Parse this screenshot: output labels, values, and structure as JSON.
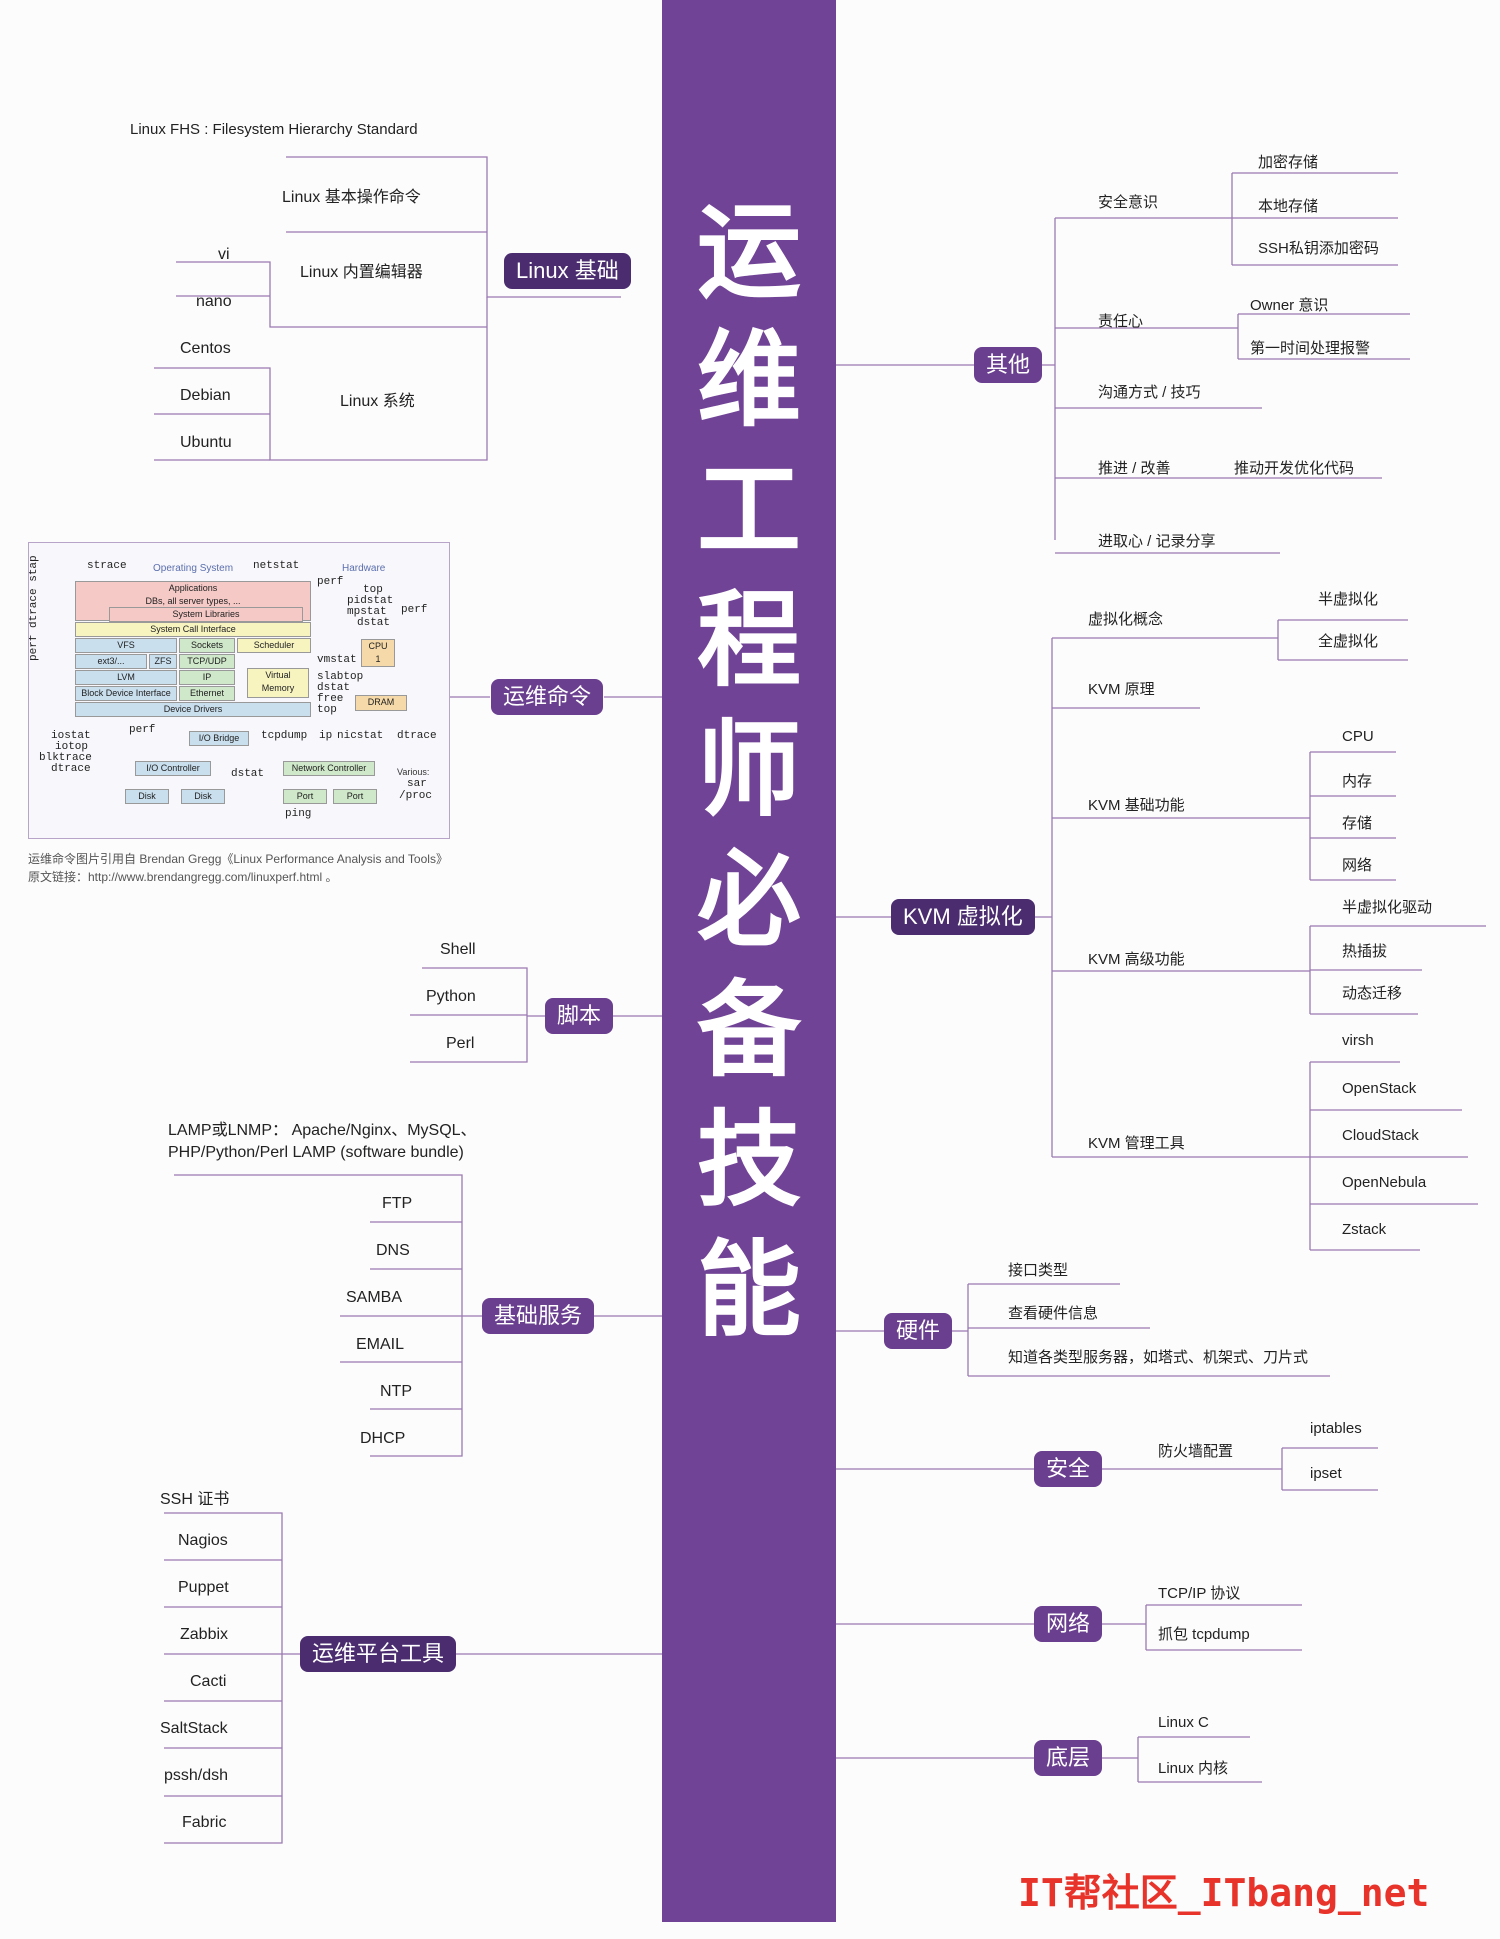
{
  "title": "运维工程师必备技能",
  "title_chars": [
    "运",
    "维",
    "工",
    "程",
    "师",
    "必",
    "备",
    "技",
    "能"
  ],
  "colors": {
    "spine": "#714396",
    "node": "#6a3f8f",
    "node_dark": "#4a2c6f",
    "line": "#9a7ab3",
    "watermark": "#e8332a"
  },
  "left": {
    "linux_basics": {
      "label": "Linux 基础",
      "fhs": "Linux FHS : Filesystem Hierarchy Standard",
      "commands": "Linux 基本操作命令",
      "editors": {
        "label": "Linux 内置编辑器",
        "items": [
          "vi",
          "nano"
        ]
      },
      "systems": {
        "label": "Linux 系统",
        "items": [
          "Centos",
          "Debian",
          "Ubuntu"
        ]
      }
    },
    "ops_commands": {
      "label": "运维命令",
      "caption1": "运维命令图片引用自 Brendan Gregg《Linux Performance Analysis and Tools》",
      "caption2": "原文链接：http://www.brendangregg.com/linuxperf.html 。",
      "figure": {
        "os_label": "Operating System",
        "hw_label": "Hardware",
        "layers": [
          "Applications",
          "DBs, all server types, ...",
          "System Libraries",
          "System Call Interface",
          "VFS",
          "Sockets",
          "Scheduler",
          "ext3/...",
          "ZFS",
          "TCP/UDP",
          "LVM",
          "IP",
          "Virtual",
          "Memory",
          "Block Device Interface",
          "Ethernet",
          "Device Drivers",
          "CPU",
          "1",
          "DRAM",
          "I/O Bridge",
          "I/O Controller",
          "Network Controller",
          "Disk",
          "Disk",
          "Port",
          "Port",
          "Various:"
        ],
        "tools": [
          "strace",
          "netstat",
          "perf",
          "top",
          "pidstat",
          "mpstat",
          "dstat",
          "perf",
          "vmstat",
          "slabtop",
          "dstat",
          "free",
          "top",
          "perf dtrace stap",
          "perf",
          "iostat",
          "iotop",
          "blktrace",
          "dtrace",
          "tcpdump",
          "ip",
          "nicstat",
          "dtrace",
          "dstat",
          "ping",
          "sar",
          "/proc"
        ]
      }
    },
    "scripts": {
      "label": "脚本",
      "items": [
        "Shell",
        "Python",
        "Perl"
      ]
    },
    "basic_services": {
      "label": "基础服务",
      "lamp1": "LAMP或LNMP： Apache/Nginx、MySQL、",
      "lamp2": "PHP/Python/Perl LAMP (software bundle)",
      "items": [
        "FTP",
        "DNS",
        "SAMBA",
        "EMAIL",
        "NTP",
        "DHCP"
      ]
    },
    "platform_tools": {
      "label": "运维平台工具",
      "items": [
        "SSH 证书",
        "Nagios",
        "Puppet",
        "Zabbix",
        "Cacti",
        "SaltStack",
        "pssh/dsh",
        "Fabric"
      ]
    }
  },
  "right": {
    "other": {
      "label": "其他",
      "security_awareness": {
        "label": "安全意识",
        "items": [
          "加密存储",
          "本地存储",
          "SSH私钥添加密码"
        ]
      },
      "responsibility": {
        "label": "责任心",
        "items": [
          "Owner 意识",
          "第一时间处理报警"
        ]
      },
      "communication": "沟通方式 / 技巧",
      "improve": {
        "label": "推进 / 改善",
        "item": "推动开发优化代码"
      },
      "motivation": "进取心 / 记录分享"
    },
    "kvm": {
      "label": "KVM 虚拟化",
      "concept": {
        "label": "虚拟化概念",
        "items": [
          "半虚拟化",
          "全虚拟化"
        ]
      },
      "principle": "KVM 原理",
      "basic": {
        "label": "KVM 基础功能",
        "items": [
          "CPU",
          "内存",
          "存储",
          "网络"
        ]
      },
      "advanced": {
        "label": "KVM 高级功能",
        "items": [
          "半虚拟化驱动",
          "热插拔",
          "动态迁移"
        ]
      },
      "mgmt": {
        "label": "KVM 管理工具",
        "items": [
          "virsh",
          "OpenStack",
          "CloudStack",
          "OpenNebula",
          "Zstack"
        ]
      }
    },
    "hardware": {
      "label": "硬件",
      "items": [
        "接口类型",
        "查看硬件信息",
        "知道各类型服务器，如塔式、机架式、刀片式"
      ]
    },
    "security": {
      "label": "安全",
      "firewall": "防火墙配置",
      "items": [
        "iptables",
        "ipset"
      ]
    },
    "network": {
      "label": "网络",
      "items": [
        "TCP/IP 协议",
        "抓包 tcpdump"
      ]
    },
    "bottom": {
      "label": "底层",
      "items": [
        "Linux C",
        "Linux 内核"
      ]
    }
  },
  "watermark": "IT帮社区_ITbang_net"
}
